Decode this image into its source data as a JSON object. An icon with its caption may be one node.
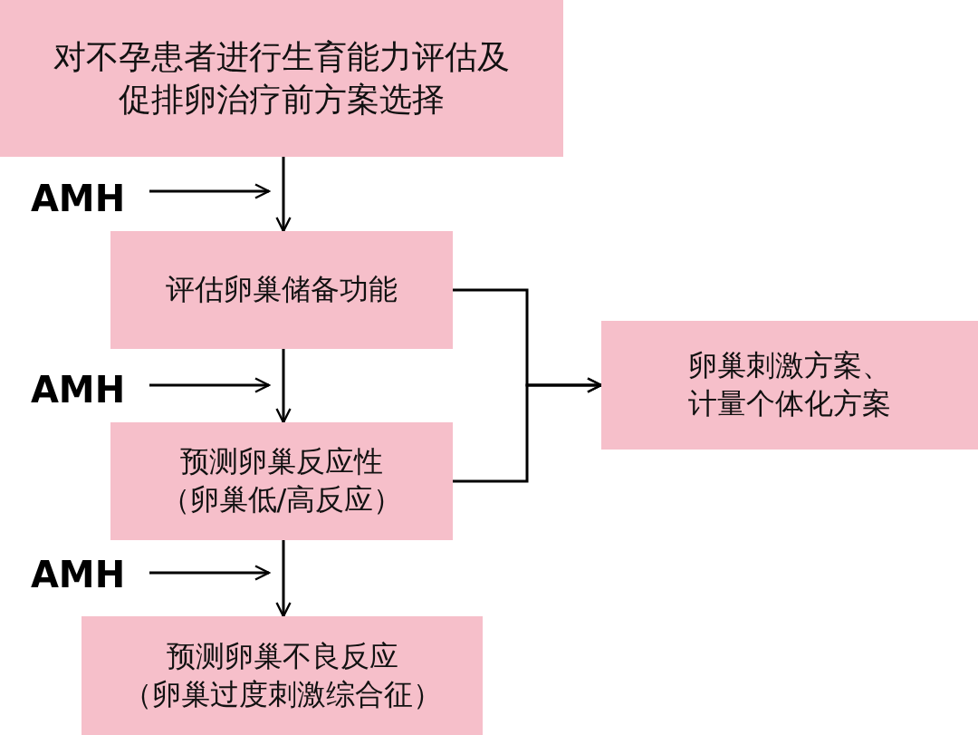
{
  "diagram": {
    "nodes": [
      {
        "text": [
          "对不孕患者进行生育能力评估及促排卵治疗前方案选择"
        ]
      },
      {
        "text": [
          "评估卵巢储备功能"
        ]
      },
      {
        "text": [
          "预测卵巢反应性",
          "（卵巢低/高反应）"
        ]
      },
      {
        "text": [
          "预测卵巢不良反应",
          "（卵巢过度刺激综合征）"
        ]
      },
      {
        "text": [
          "卵巢刺激方案、计量个体化方案"
        ]
      },
      {
        "text": [
          "AMH"
        ]
      },
      {
        "text": [
          "AMH"
        ]
      },
      {
        "text": [
          "AMH"
        ]
      }
    ],
    "edges": [
      {
        "from": 0,
        "to": 1,
        "arrow": "to"
      },
      {
        "from": 1,
        "to": 2,
        "arrow": "to"
      },
      {
        "from": 2,
        "to": 3,
        "arrow": "to"
      },
      {
        "from": 1,
        "to": 4,
        "arrow": "to"
      },
      {
        "from": 2,
        "to": 4,
        "arrow": "to"
      },
      {
        "from": 5,
        "to": null,
        "arrow": "to"
      },
      {
        "from": 6,
        "to": null,
        "arrow": "to"
      },
      {
        "from": 7,
        "to": null,
        "arrow": "to"
      }
    ]
  }
}
